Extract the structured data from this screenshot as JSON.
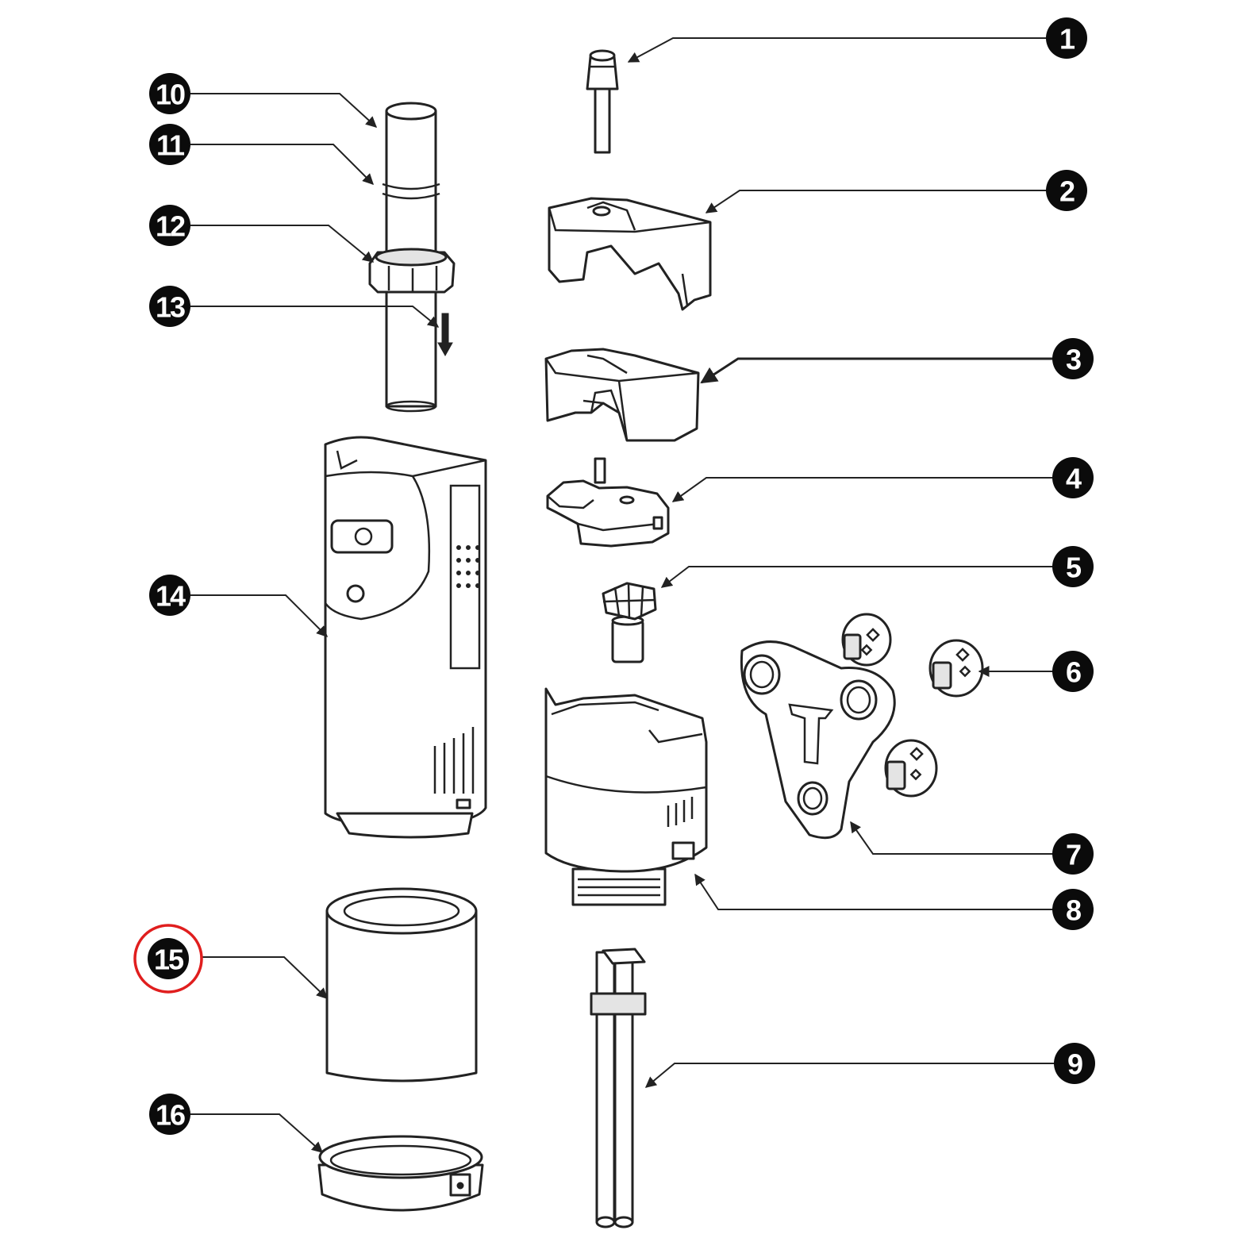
{
  "callouts": [
    {
      "id": "1",
      "label": "1"
    },
    {
      "id": "2",
      "label": "2"
    },
    {
      "id": "3",
      "label": "3"
    },
    {
      "id": "4",
      "label": "4"
    },
    {
      "id": "5",
      "label": "5"
    },
    {
      "id": "6",
      "label": "6"
    },
    {
      "id": "7",
      "label": "7"
    },
    {
      "id": "8",
      "label": "8"
    },
    {
      "id": "9",
      "label": "9"
    },
    {
      "id": "10",
      "label": "10"
    },
    {
      "id": "11",
      "label": "11"
    },
    {
      "id": "12",
      "label": "12"
    },
    {
      "id": "13",
      "label": "13"
    },
    {
      "id": "14",
      "label": "14"
    },
    {
      "id": "15",
      "label": "15",
      "highlighted": true
    },
    {
      "id": "16",
      "label": "16"
    }
  ],
  "colors": {
    "badge": "#0b0b0b",
    "badge_text": "#ffffff",
    "highlight_ring": "#e01e1e",
    "line_art": "#222222"
  }
}
